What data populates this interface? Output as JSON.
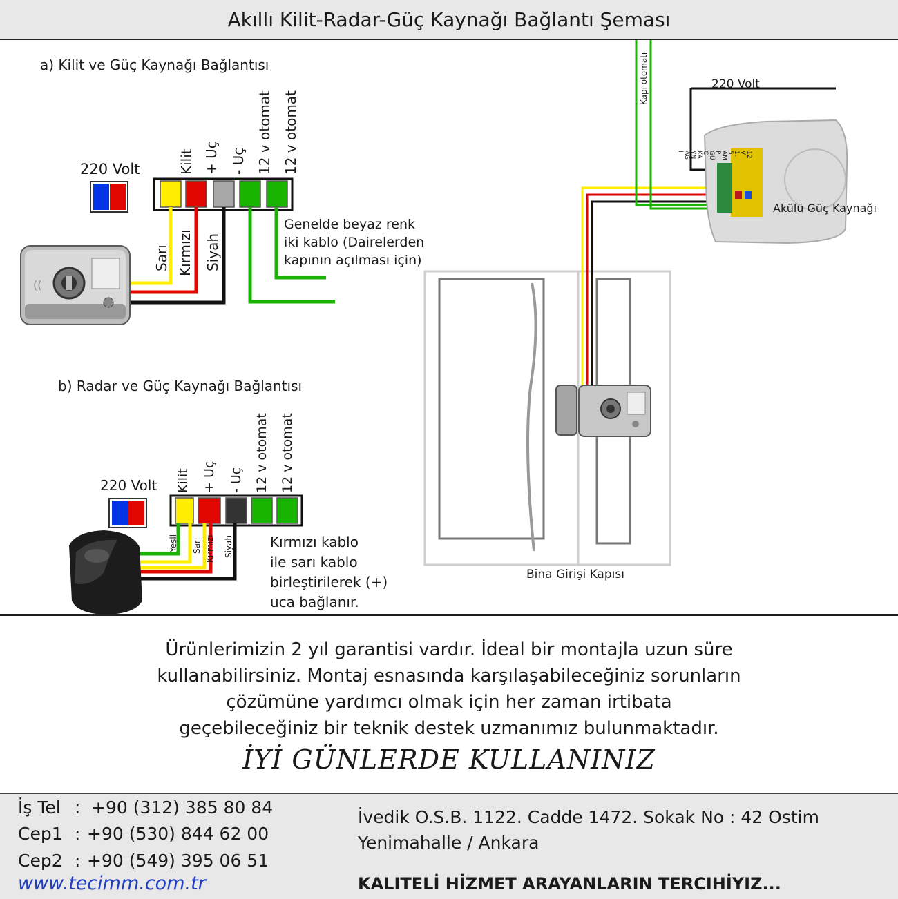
{
  "title": "Akıllı Kilit-Radar-Güç Kaynağı Bağlantı Şeması",
  "section_a": {
    "heading": "a) Kilit ve Güç Kaynağı Bağlantısı",
    "voltage_label": "220 Volt",
    "terminals": [
      "Kilit",
      "+ Uç",
      "- Uç",
      "12 v otomat",
      "12 v otomat"
    ],
    "wire_labels": [
      "Sarı",
      "Kırmızı",
      "Siyah"
    ],
    "note_lines": [
      "Genelde beyaz renk",
      "iki kablo (Dairelerden",
      "kapının açılması için)"
    ]
  },
  "section_b": {
    "heading": "b) Radar ve Güç Kaynağı Bağlantısı",
    "voltage_label": "220 Volt",
    "terminals": [
      "Kilit",
      "+ Uç",
      "- Uç",
      "12 v otomat",
      "12 v otomat"
    ],
    "wire_labels": [
      "Yeşil",
      "Sarı",
      "Kırmızı",
      "Siyah"
    ],
    "note_lines": [
      "Kırmızı kablo",
      "ile sarı kablo",
      "birleştirilerek (+)",
      "uca bağlanır."
    ]
  },
  "installation": {
    "door_auto_label": "Kapı otomatı",
    "mains_label": "220 Volt",
    "power_supply_label": "Akülü Güç Kaynağı",
    "psu_face_text": "12V 1.5 AMP GÜÇ KAYNAĞI",
    "door_label": "Bina Girişi Kapısı"
  },
  "warranty_lines": [
    "Ürünlerimizin 2 yıl garantisi vardır. İdeal bir montajla uzun süre",
    "kullanabilirsiniz. Montaj esnasında karşılaşabileceğiniz sorunların",
    "çözümüne yardımcı olmak için her zaman irtibata",
    "geçebileceğiniz bir teknik destek uzmanımız bulunmaktadır."
  ],
  "motto": "İYİ GÜNLERDE KULLANINIZ",
  "footer": {
    "contacts": [
      {
        "label": "İş Tel",
        "sep": ":",
        "value": "+90 (312) 385 80 84"
      },
      {
        "label": "Cep1",
        "sep": ":",
        "value": "+90 (530) 844 62 00"
      },
      {
        "label": "Cep2",
        "sep": ":",
        "value": "+90 (549) 395 06 51"
      }
    ],
    "website": "www.tecimm.com.tr",
    "address_lines": [
      "İvedik O.S.B. 1122. Cadde 1472. Sokak No : 42 Ostim",
      "Yenimahalle / Ankara"
    ],
    "slogan": "KALITELİ HİZMET ARAYANLARIN TERCIHİYIZ..."
  },
  "colors": {
    "yellow": "#ffee00",
    "red": "#e10600",
    "black": "#111111",
    "green": "#19b400",
    "gray": "#a8a8a8",
    "blue": "#0034e6",
    "psu_green": "#2b8a3e",
    "footer_bg": "#e8e8e8"
  }
}
